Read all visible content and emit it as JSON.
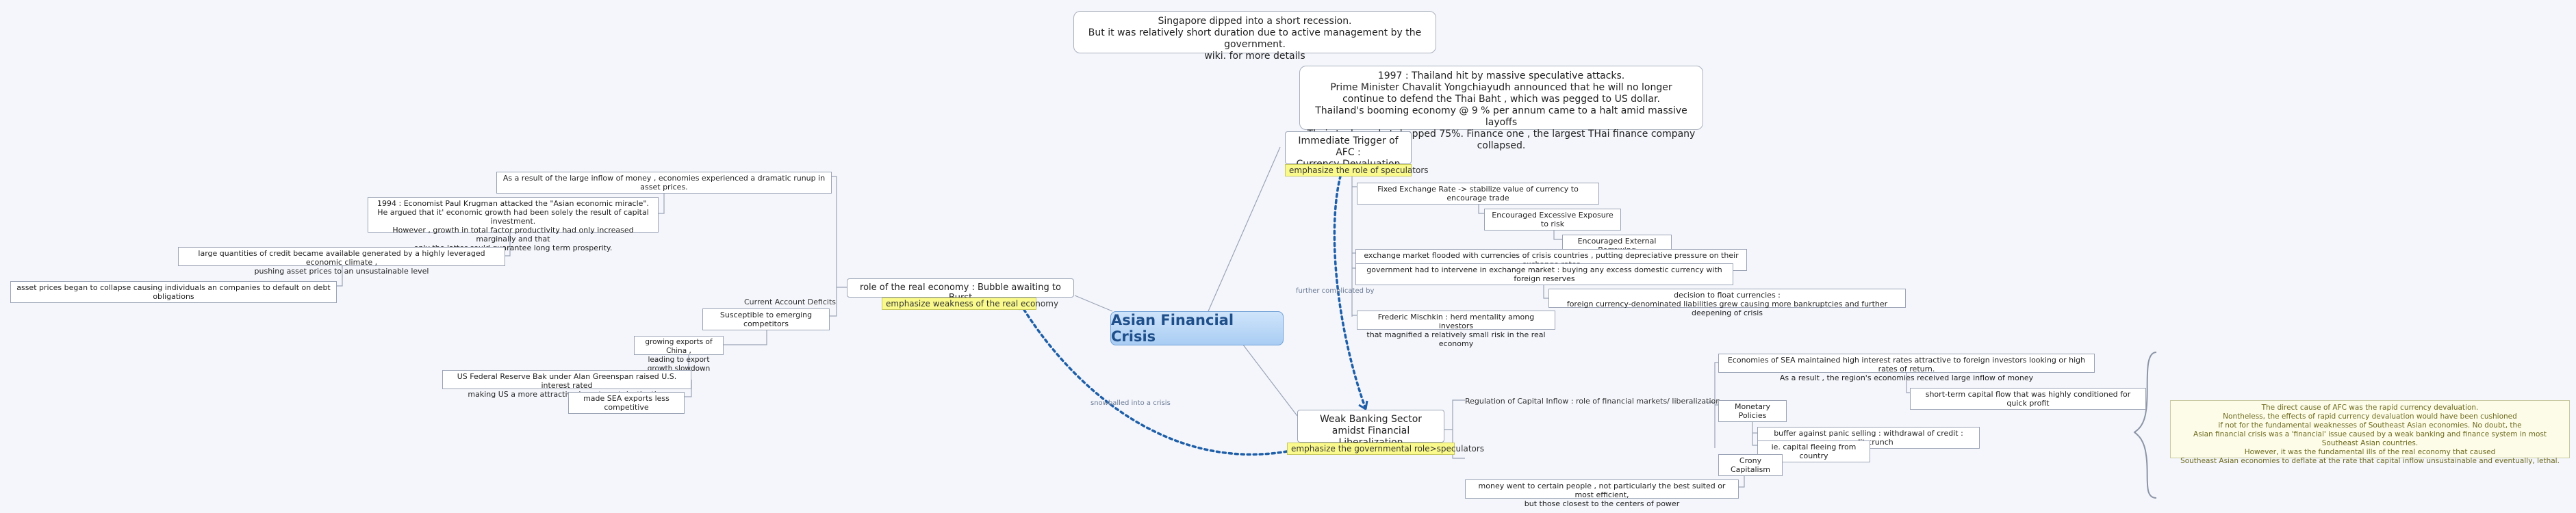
{
  "central": {
    "title": "Asian Financial Crisis"
  },
  "notes": {
    "singapore": "Singapore dipped into a short recession.\nBut it was relatively short duration due to active management by the government.\nwiki. for more details",
    "thailand": "1997 : Thailand hit by massive speculative attacks.\nPrime Minister Chavalit Yongchiayudh announced that he will no longer\ncontinue to defend the Thai Baht , which was pegged to US dollar.\nThailand's booming economy @ 9 % per annum came to a halt amid massive layoffs\nThai stock market dropped 75%. Finance one , the largest THai finance company collapsed."
  },
  "trigger": {
    "title": "Immediate Trigger of AFC :\nCurrency Devaluation",
    "tag": "emphasize the role of speculators",
    "children": {
      "fixed_rate": "Fixed Exchange Rate -> stabilize value of currency to  encourage trade",
      "exposure": "Encouraged Excessive Exposure to risk",
      "borrowing": "Encouraged External Borrowing",
      "flooded": "exchange market flooded with currencies of crisis countries , putting depreciative pressure on their exchange rates",
      "intervene": "government had to intervene in exchange market : buying any excess domestic currency with foreign reserves",
      "float": "decision to float currencies :\nforeign currency-denominated liabilities grew causing more bankruptcies and further deepening of crisis",
      "mishkin": "Frederic Mischkin : herd mentality among investors\nthat magnified a relatively small risk in the real economy"
    }
  },
  "bubble": {
    "title": "role of the real economy : Bubble awaiting to Burst",
    "tag": "emphasize weakness of the real economy",
    "children": {
      "inflow": "As a result of the large inflow of money , economies experienced a dramatic runup in asset prices.",
      "krugman": "1994 : Economist Paul Krugman attacked the \"Asian economic miracle\".\nHe argued that it' economic growth had been solely the result of capital investment.\nHowever , growth in total factor productivity had only increased marginally and that\nonly the latter could guarantee long term prosperity.",
      "credit": "large quantities of credit became available generated by a highly leveraged economic climate ,\npushing asset prices to an unsustainable level",
      "collapse": "asset prices began to collapse causing individuals an companies to default on debt obligations",
      "cad_label": "Current Account Deficits",
      "susceptible": "Susceptible to emerging competitors",
      "china": "growing exports of China ,\nleading to export growth slowdown",
      "greenspan": "US Federal Reserve Bak under Alan Greenspan raised U.S. interest rated\nmaking US a more attractive investment destination",
      "sea_exports": "made SEA exports less competitive"
    }
  },
  "banking": {
    "title": "Weak Banking Sector\namidst Financial Liberalization",
    "tag": "emphasize the governmental role>speculators",
    "children": {
      "regulation": "Regulation of Capital Inflow : role of financial markets/ liberalization",
      "interest": "Economies of SEA maintained high interest rates attractive to foreign investors looking or high rates of return.\nAs a result , the region's economies received  large inflow of money",
      "short_term": "short-term capital flow that was highly conditioned for quick profit",
      "monetary": "Monetary Policies",
      "buffer": "buffer against panic selling : withdrawal of credit : credit crunch",
      "fleeing": "ie. capital fleeing from country",
      "crony": "Crony Capitalism",
      "money_went": "money went to certain people , not particularly the best suited or most efficient,\nbut those closest to the centers of power"
    }
  },
  "relations": {
    "further": "further complicated by",
    "snowballed": "snowballed into a crisis"
  },
  "summary": "The direct cause of AFC was the rapid currency devaluation.\nNontheless, the effects of rapid currency devaluation would have been cushioned\nif not for the fundamental weaknesses of Southeast Asian economies. No doubt, the\nAsian financial crisis was a 'financial' issue caused by a weak banking and finance system in most Southeast Asian countries.\nHowever, it was the fundamental ills of the real economy that caused\nSoutheast Asian economies to deflate at the rate that capital inflow unsustainable and eventually, lethal.",
  "colors": {
    "central_fill": "#a9cdf3",
    "tag_fill": "#fafa8c",
    "relation": "#1f5fa8",
    "line": "#9aa3b5"
  }
}
